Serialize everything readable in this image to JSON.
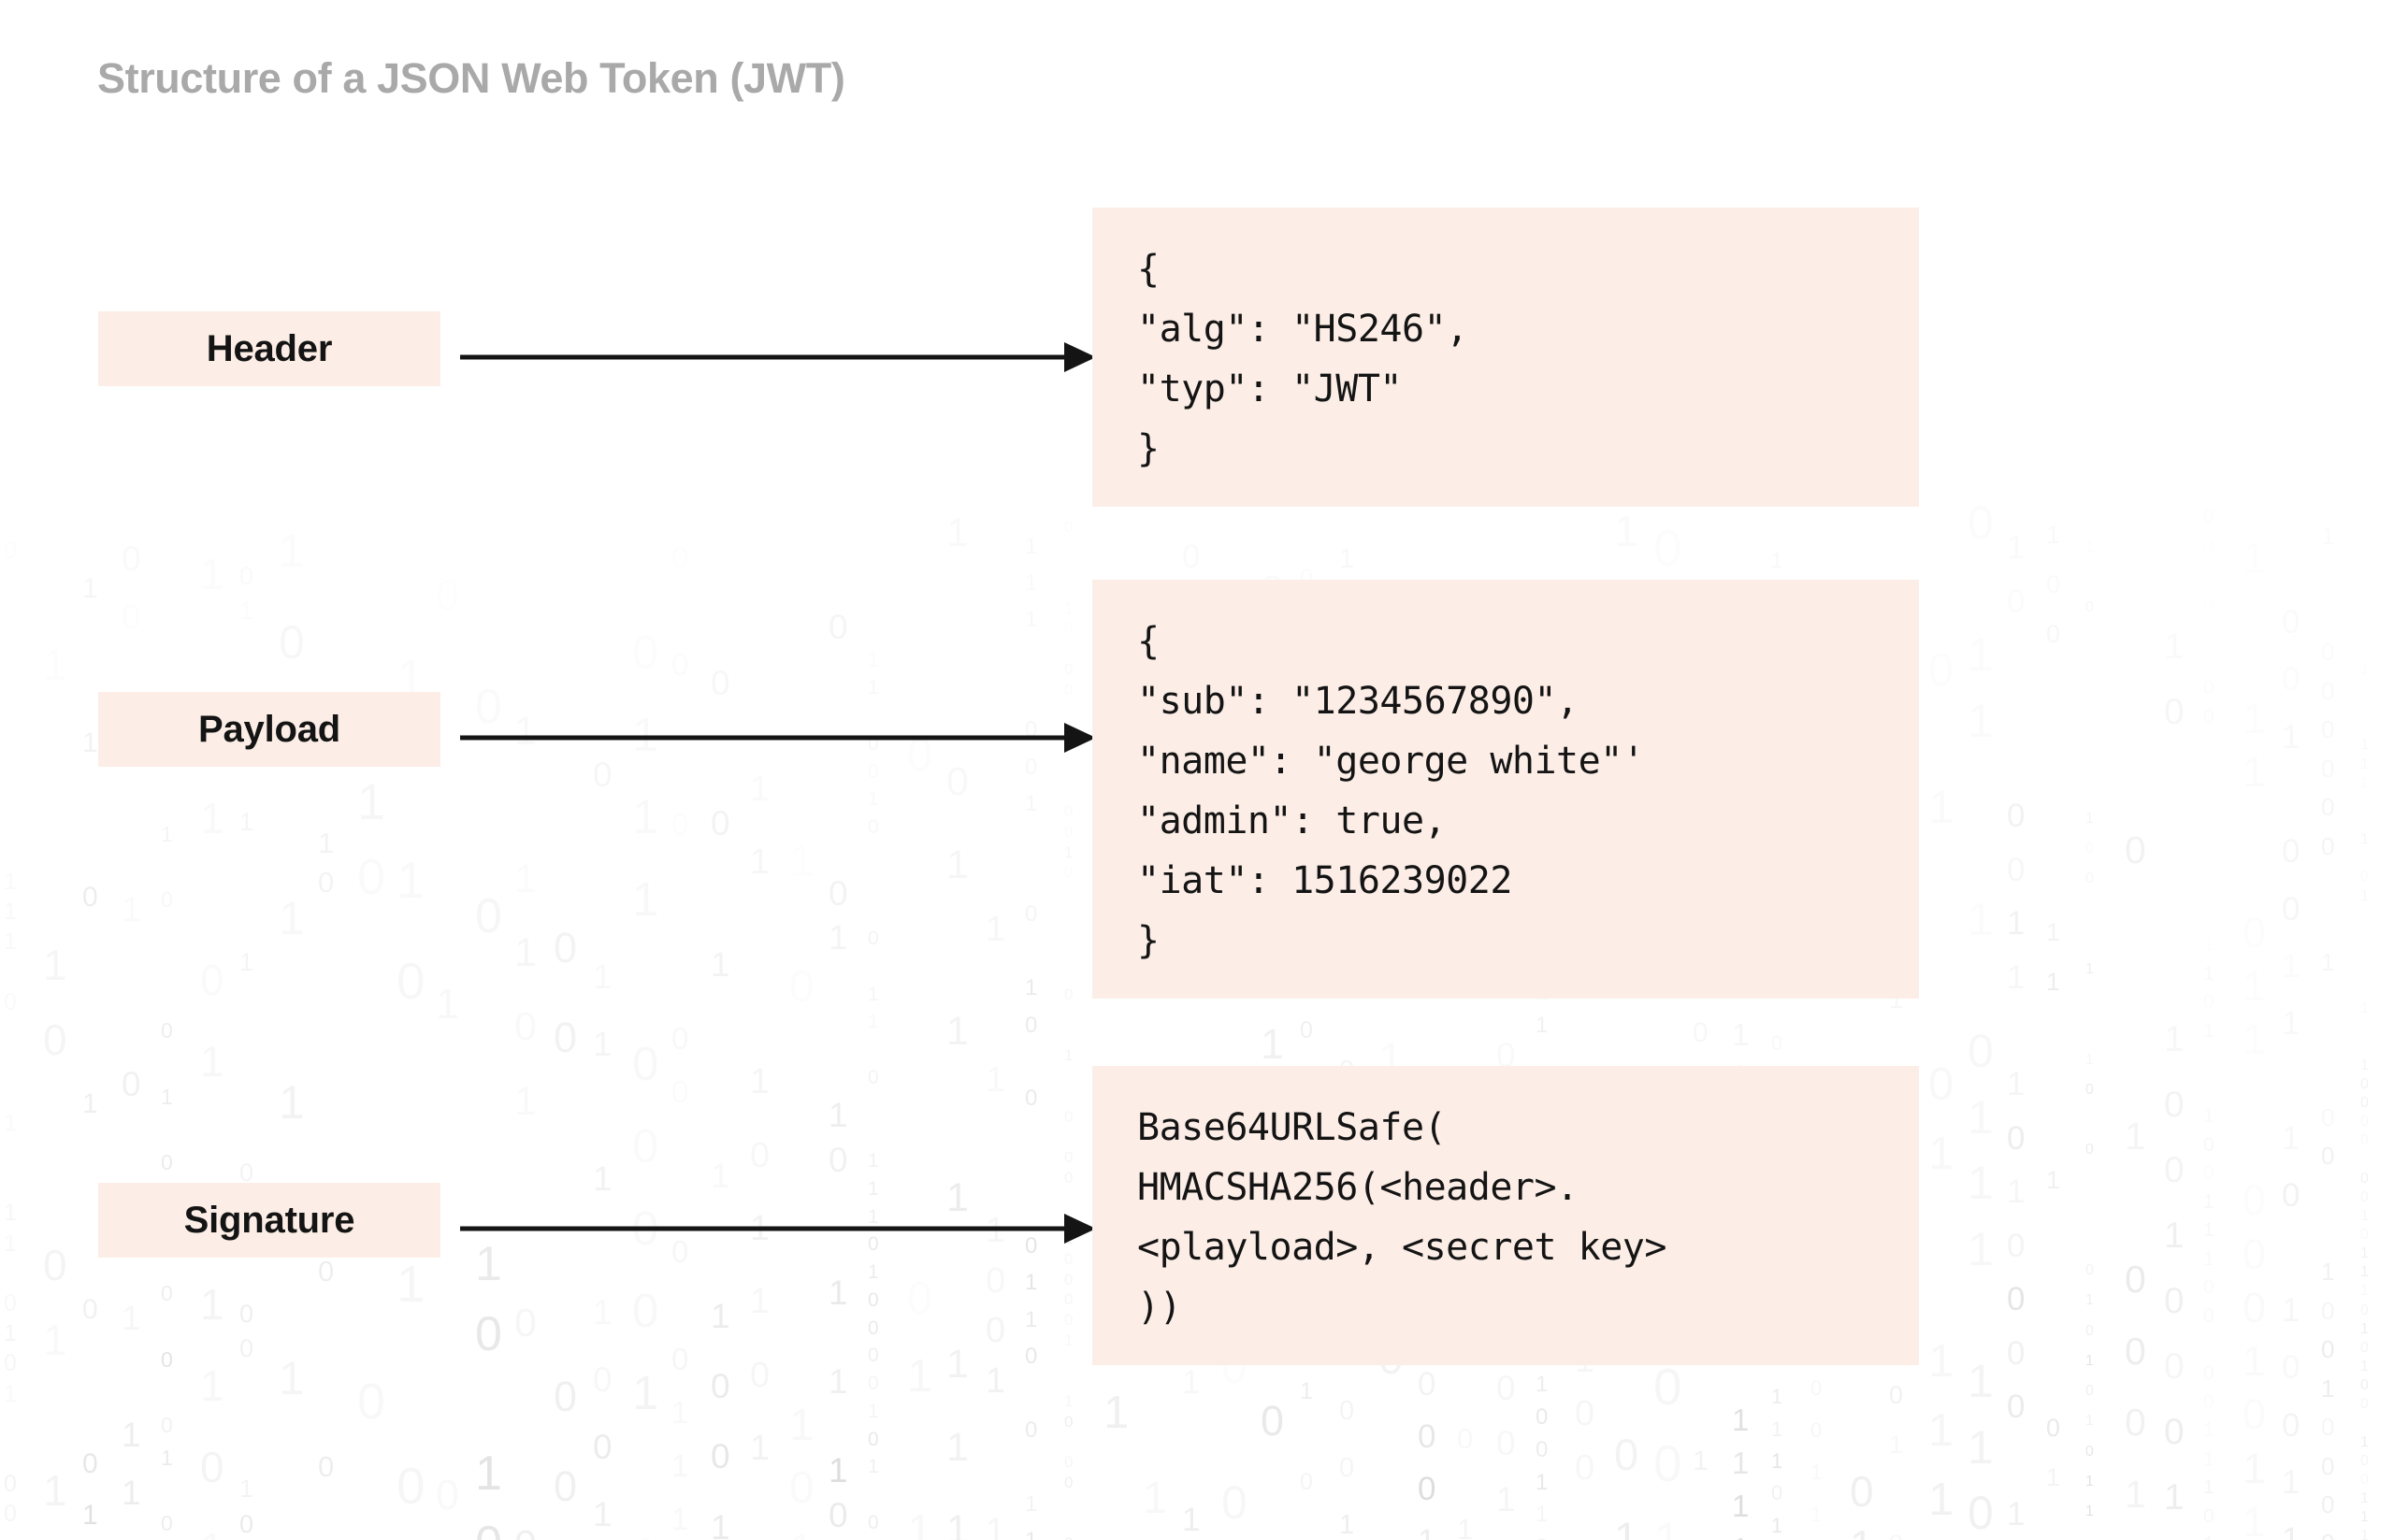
{
  "page": {
    "title": "Structure of a JSON Web Token (JWT)",
    "background_color": "#ffffff",
    "title_color": "#a9a9a9",
    "accent_color": "#fceee7",
    "text_color": "#141414"
  },
  "rows": [
    {
      "label": "Header",
      "arrow": "arrow-right",
      "code_lines": [
        "{",
        "\"alg\": \"HS246\",",
        "\"typ\": \"JWT\"",
        "}"
      ]
    },
    {
      "label": "Payload",
      "arrow": "arrow-right",
      "code_lines": [
        "{",
        "\"sub\": \"1234567890\",",
        "\"name\": \"george white\"'",
        "\"admin\": true,",
        "\"iat\": 1516239022",
        "}"
      ]
    },
    {
      "label": "Signature",
      "arrow": "arrow-right",
      "code_lines": [
        "Base64URLSafe(",
        "HMACSHA256(<header>.",
        "<playload>, <secret key>",
        "))"
      ]
    }
  ],
  "watermark": {
    "characters": [
      "0",
      "1"
    ],
    "color": "#000000",
    "description": "faint binary digits background"
  }
}
